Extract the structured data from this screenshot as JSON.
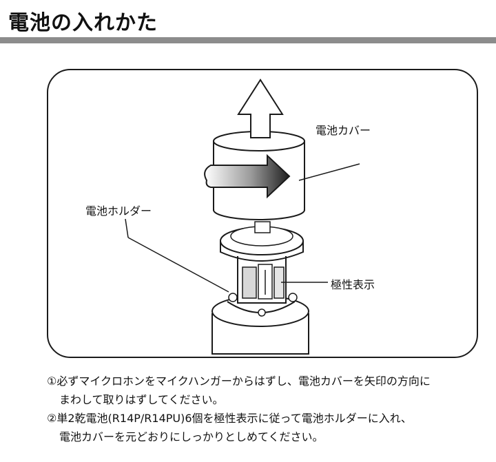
{
  "title": "電池の入れかた",
  "labels": {
    "cover": "電池カバー",
    "holder": "電池ホルダー",
    "polarity": "極性表示"
  },
  "instructions": {
    "step1_line1": "①必ずマイクロホンをマイクハンガーからはずし、電池カバーを矢印の方向に",
    "step1_line2": "まわして取りはずしてください。",
    "step2_line1": "②単2乾電池(R14P/R14PU)6個を極性表示に従って電池ホルダーに入れ、",
    "step2_line2": "電池カバーを元どおりにしっかりとしめてください。"
  },
  "colors": {
    "title_rule": "#8c8c8c",
    "arrow_fill": "#2a2a2a",
    "line": "#1a1a1a"
  }
}
